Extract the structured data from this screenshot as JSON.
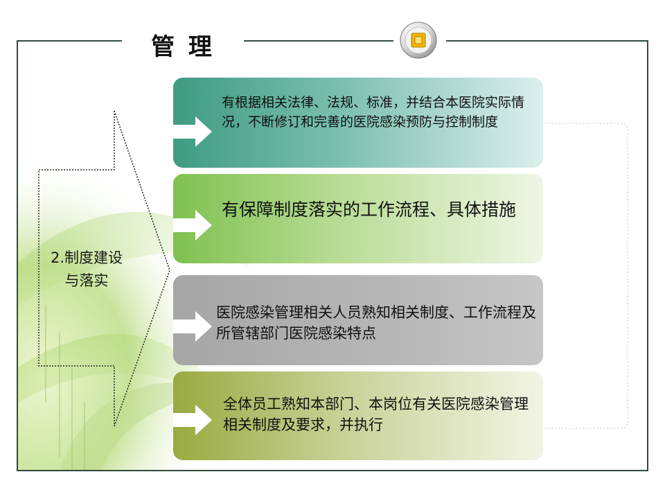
{
  "slide": {
    "title": "管 理",
    "side_label_line1": "2.制度建设",
    "side_label_line2": "与落实",
    "cards": [
      {
        "text": "有根据相关法律、法规、标准，并结合本医院实际情况，不断修订和完善的医院感染预防与控制制度"
      },
      {
        "text": "有保障制度落实的工作流程、具体措施"
      },
      {
        "text": "医院感染管理相关人员熟知相关制度、工作流程及所管辖部门医院感染特点"
      },
      {
        "text": "全体员工熟知本部门、本岗位有关医院感染管理相关制度及要求，并执行"
      }
    ]
  },
  "icons": {
    "badge": "square-emblem-icon",
    "arrow": "arrow-right-icon"
  },
  "colors": {
    "frame": "#2f4a3a",
    "card1": "#3f9b82",
    "card2": "#7fc150",
    "card3": "#a6a6a6",
    "card4": "#9aaa40",
    "badge_accent": "#f2b300"
  }
}
